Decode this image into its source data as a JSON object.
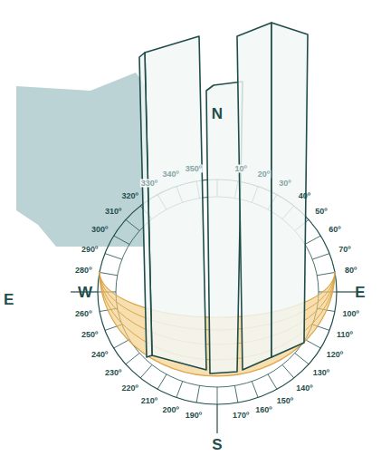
{
  "diagram": {
    "labels": [
      "N",
      "330º",
      "340º",
      "350º",
      "10º",
      "20º",
      "30º",
      "40º",
      "50º",
      "60º",
      "70º",
      "80º",
      "E",
      "100º",
      "110º",
      "120º",
      "130º",
      "140º",
      "150º",
      "160º",
      "170º",
      "S",
      "190º",
      "200º",
      "210º",
      "220º",
      "230º",
      "240º",
      "250º",
      "260º",
      "W",
      "280º",
      "290º",
      "300º",
      "310º",
      "320º",
      "E"
    ]
  }
}
